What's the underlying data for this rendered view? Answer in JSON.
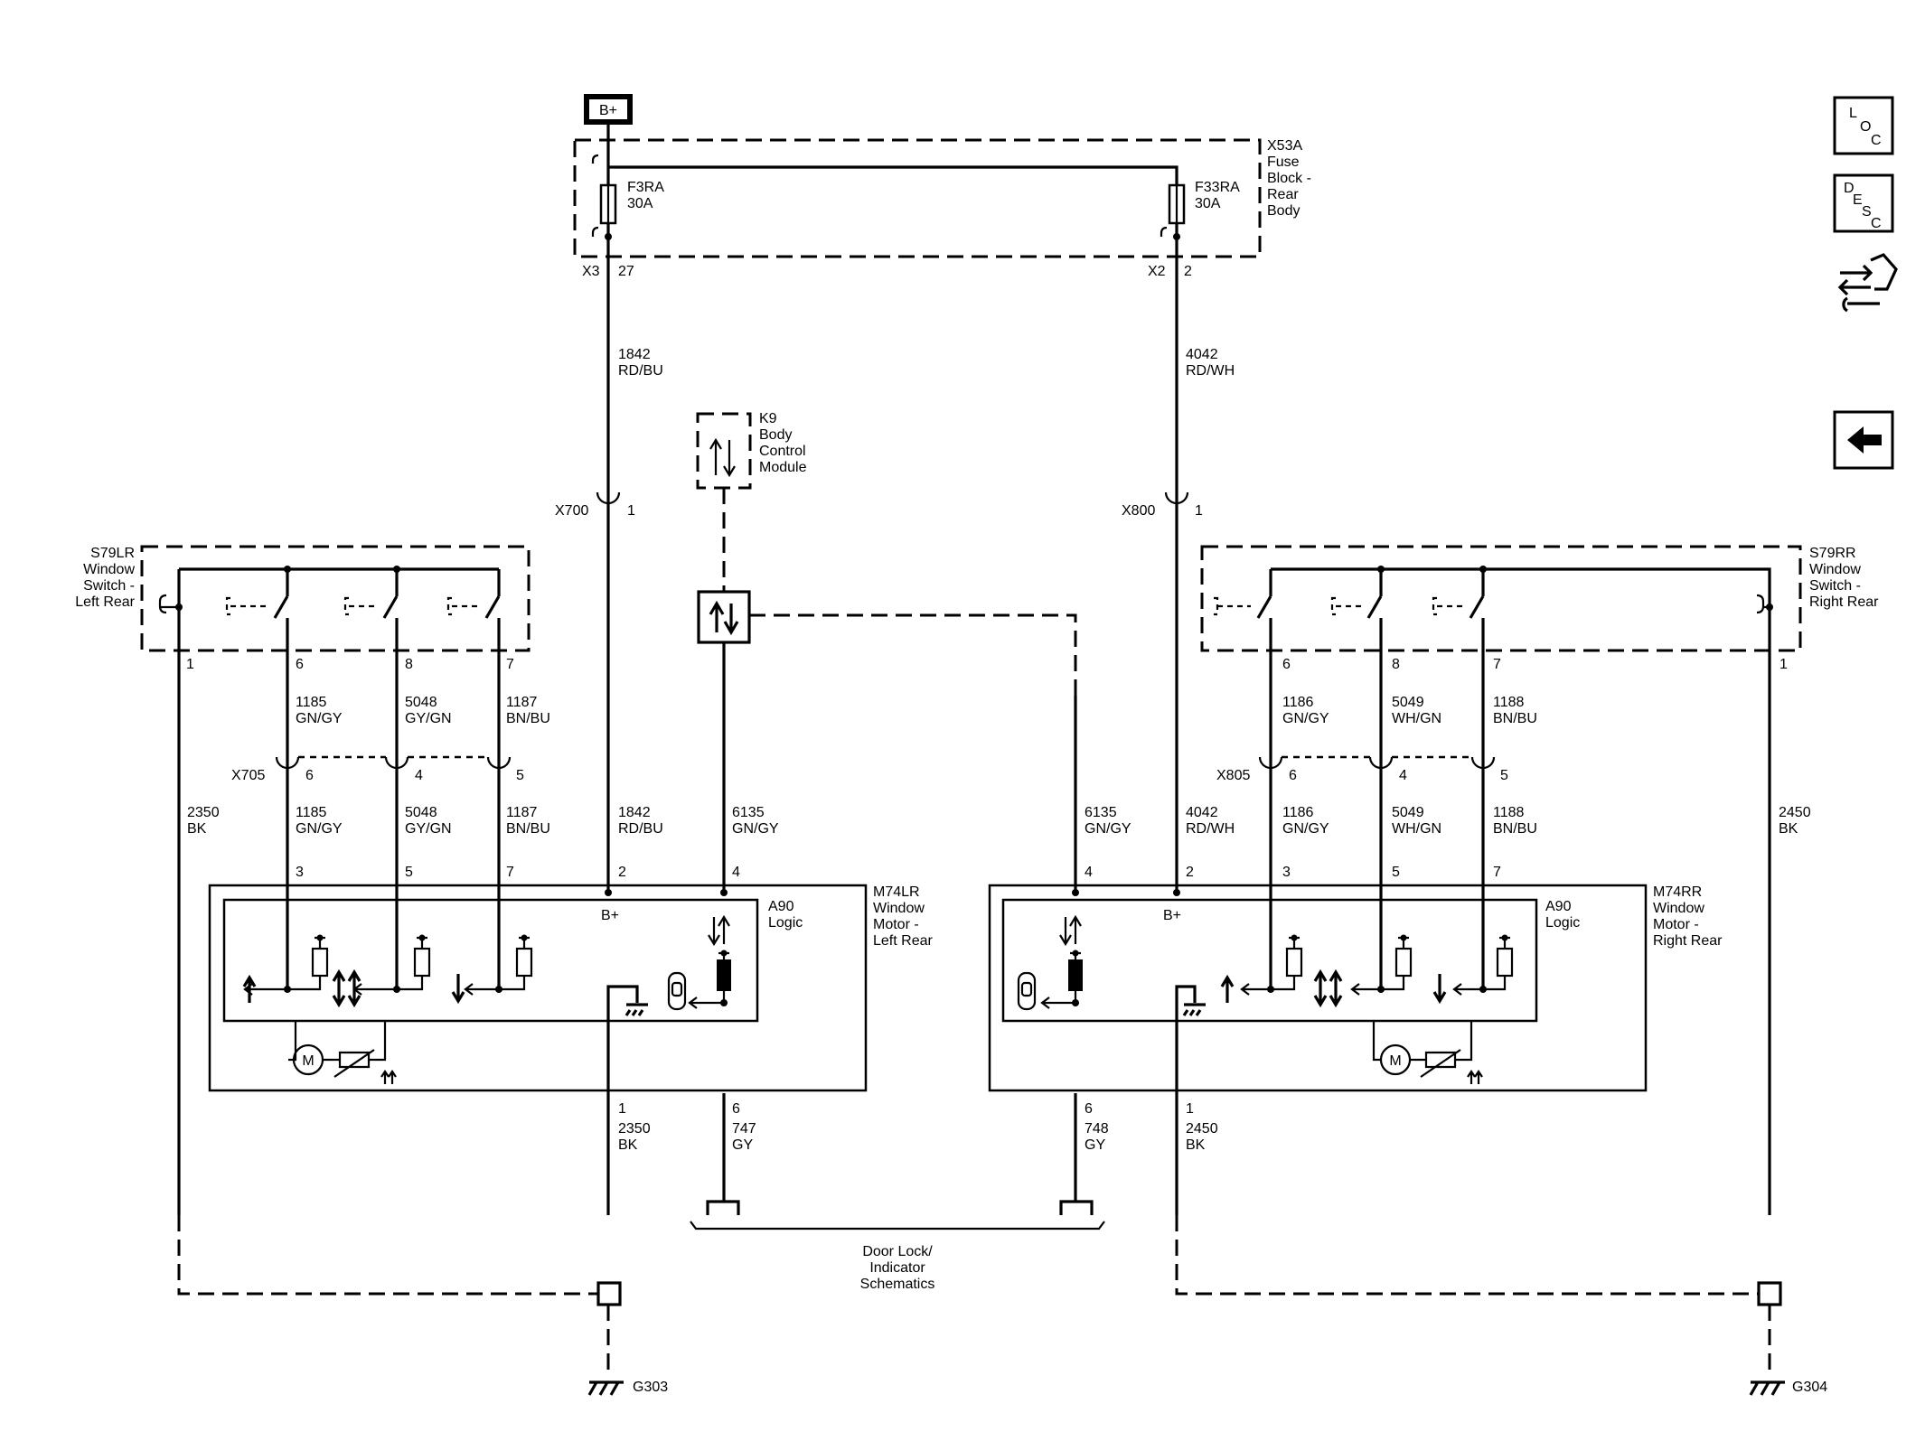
{
  "power": {
    "label": "B+"
  },
  "fuse_block": {
    "lines": [
      "X53A",
      "Fuse",
      "Block -",
      "Rear",
      "Body"
    ]
  },
  "fuses": [
    {
      "name": "F3RA",
      "rating": "30A",
      "connector": "X3",
      "pin": "27"
    },
    {
      "name": "F33RA",
      "rating": "30A",
      "connector": "X2",
      "pin": "2"
    }
  ],
  "bcm": {
    "lines": [
      "K9",
      "Body",
      "Control",
      "Module"
    ]
  },
  "switches": {
    "left": {
      "lines": [
        "S79LR",
        "Window",
        "Switch -",
        "Left Rear"
      ],
      "pins": [
        "1",
        "6",
        "8",
        "7"
      ]
    },
    "right": {
      "lines": [
        "S79RR",
        "Window",
        "Switch -",
        "Right Rear"
      ],
      "pins": [
        "6",
        "8",
        "7",
        "1"
      ]
    }
  },
  "inline_connectors": {
    "x700": {
      "name": "X700",
      "pin": "1"
    },
    "x800": {
      "name": "X800",
      "pin": "1"
    },
    "x705": {
      "name": "X705",
      "pins": [
        "6",
        "4",
        "5"
      ]
    },
    "x805": {
      "name": "X805",
      "pins": [
        "6",
        "4",
        "5"
      ]
    }
  },
  "wires": {
    "w1842_top": {
      "circuit": "1842",
      "color": "RD/BU"
    },
    "w4042_top": {
      "circuit": "4042",
      "color": "RD/WH"
    },
    "l_upper": [
      {
        "circuit": "1185",
        "color": "GN/GY"
      },
      {
        "circuit": "5048",
        "color": "GY/GN"
      },
      {
        "circuit": "1187",
        "color": "BN/BU"
      }
    ],
    "r_upper": [
      {
        "circuit": "1186",
        "color": "GN/GY"
      },
      {
        "circuit": "5049",
        "color": "WH/GN"
      },
      {
        "circuit": "1188",
        "color": "BN/BU"
      }
    ],
    "l_lower": [
      {
        "circuit": "2350",
        "color": "BK"
      },
      {
        "circuit": "1185",
        "color": "GN/GY"
      },
      {
        "circuit": "5048",
        "color": "GY/GN"
      },
      {
        "circuit": "1187",
        "color": "BN/BU"
      },
      {
        "circuit": "1842",
        "color": "RD/BU"
      },
      {
        "circuit": "6135",
        "color": "GN/GY"
      }
    ],
    "r_lower": [
      {
        "circuit": "6135",
        "color": "GN/GY"
      },
      {
        "circuit": "4042",
        "color": "RD/WH"
      },
      {
        "circuit": "1186",
        "color": "GN/GY"
      },
      {
        "circuit": "5049",
        "color": "WH/GN"
      },
      {
        "circuit": "1188",
        "color": "BN/BU"
      },
      {
        "circuit": "2450",
        "color": "BK"
      }
    ],
    "l_bottom": [
      {
        "circuit": "2350",
        "color": "BK"
      },
      {
        "circuit": "747",
        "color": "GY"
      }
    ],
    "r_bottom": [
      {
        "circuit": "748",
        "color": "GY"
      },
      {
        "circuit": "2450",
        "color": "BK"
      }
    ]
  },
  "motors": {
    "left": {
      "lines": [
        "M74LR",
        "Window",
        "Motor -",
        "Left Rear"
      ],
      "logic_lines": [
        "A90",
        "Logic"
      ],
      "bplus": "B+",
      "top_pins": [
        "3",
        "5",
        "7",
        "2",
        "4"
      ],
      "bottom_pins": [
        "1",
        "6"
      ],
      "motor_symbol": "M"
    },
    "right": {
      "lines": [
        "M74RR",
        "Window",
        "Motor -",
        "Right Rear"
      ],
      "logic_lines": [
        "A90",
        "Logic"
      ],
      "bplus": "B+",
      "top_pins": [
        "4",
        "2",
        "3",
        "5",
        "7"
      ],
      "bottom_pins": [
        "6",
        "1"
      ],
      "motor_symbol": "M"
    }
  },
  "door_lock_ref": {
    "lines": [
      "Door Lock/",
      "Indicator",
      "Schematics"
    ]
  },
  "grounds": {
    "left": "G303",
    "right": "G304"
  },
  "nav": {
    "loc": [
      "L",
      "O",
      "C"
    ],
    "desc": [
      "D",
      "E",
      "S",
      "C"
    ],
    "icons": [
      "loc-icon",
      "desc-icon",
      "connector-diagnostic-icon",
      "back-arrow-icon"
    ]
  }
}
